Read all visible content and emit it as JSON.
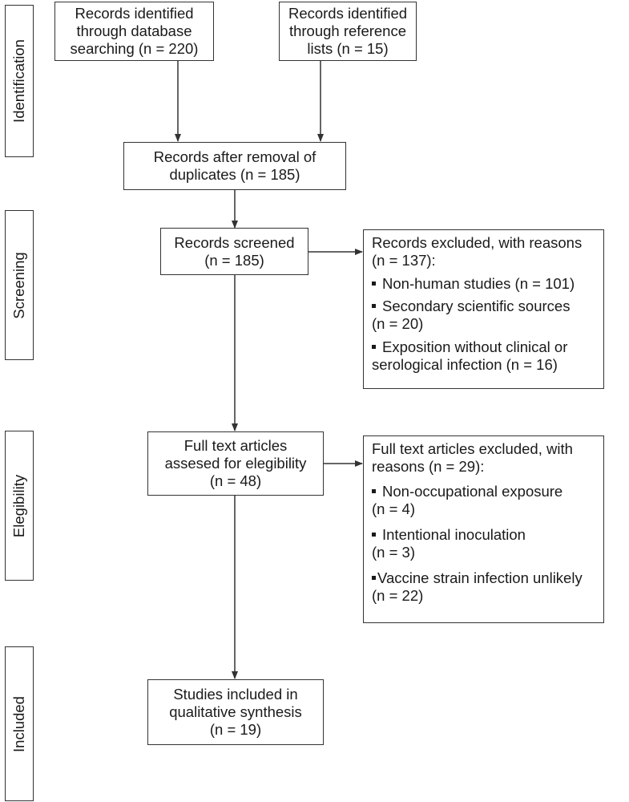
{
  "stages": {
    "identification": "Identification",
    "screening": "Screening",
    "eligibility": "Elegibility",
    "included": "Included"
  },
  "boxes": {
    "database": [
      "Records identified",
      "through database",
      "searching (n = 220)"
    ],
    "reference": [
      "Records identified",
      "through reference",
      "lists (n = 15)"
    ],
    "duplicates": [
      "Records after removal of",
      "duplicates (n = 185)"
    ],
    "screened": [
      "Records screened",
      "(n = 185)"
    ],
    "fulltext": [
      "Full text articles",
      "assesed for elegibility",
      "(n = 48)"
    ],
    "included": [
      "Studies included in",
      "qualitative synthesis",
      "(n = 19)"
    ]
  },
  "excluded_screening": {
    "header": [
      "Records excluded, with reasons",
      "(n = 137):"
    ],
    "items": [
      [
        "Non-human studies (n = 101)"
      ],
      [
        "Secondary scientific sources",
        "(n = 20)"
      ],
      [
        "Exposition without clinical or",
        "serological infection (n = 16)"
      ]
    ]
  },
  "excluded_fulltext": {
    "header": [
      "Full text articles excluded, with",
      "reasons (n = 29):"
    ],
    "items": [
      [
        "Non-occupational exposure",
        "(n = 4)"
      ],
      [
        "Intentional inoculation",
        "(n = 3)"
      ],
      [
        "Vaccine strain infection unlikely",
        "(n = 22)"
      ]
    ]
  }
}
